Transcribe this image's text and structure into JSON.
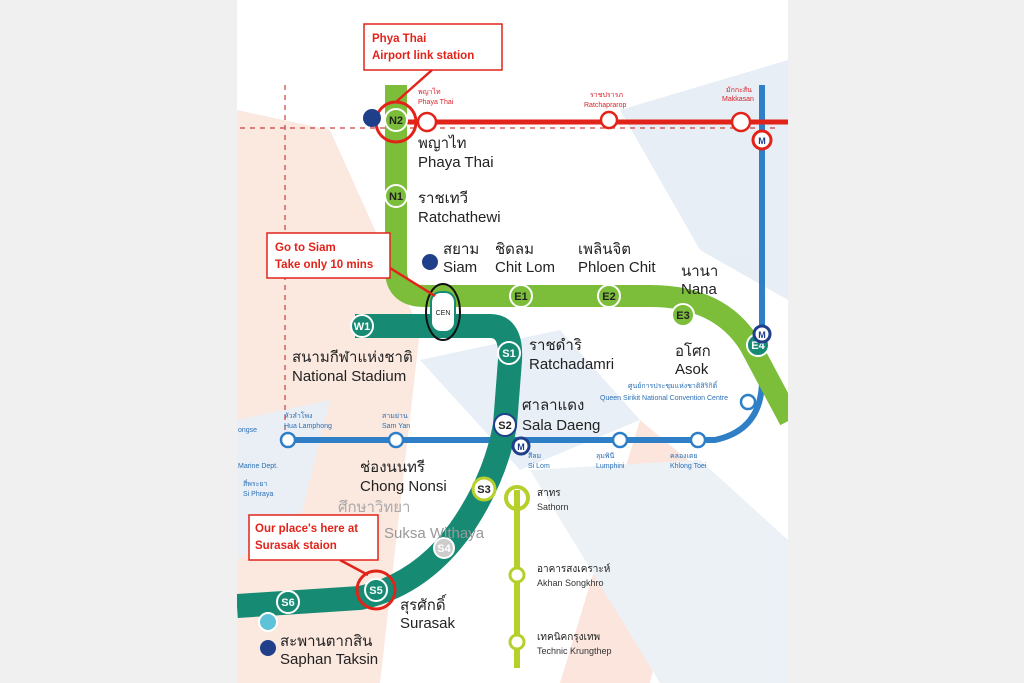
{
  "callouts": {
    "phya_thai": [
      "Phya Thai",
      "Airport link station"
    ],
    "siam": [
      "Go to Siam",
      "Take only 10 mins"
    ],
    "surasak": [
      "Our place's here at",
      "Surasak staion"
    ]
  },
  "green_line": [
    {
      "code": "N2",
      "thai": "พญาไท",
      "en": "Phaya Thai"
    },
    {
      "code": "N1",
      "thai": "ราชเทวี",
      "en": "Ratchathewi"
    },
    {
      "code": "CEN",
      "thai": "สยาม",
      "en": "Siam"
    },
    {
      "code": "E1",
      "thai": "ชิดลม",
      "en": "Chit Lom"
    },
    {
      "code": "E2",
      "thai": "เพลินจิต",
      "en": "Phloen Chit"
    },
    {
      "code": "E3",
      "thai": "นานา",
      "en": "Nana"
    },
    {
      "code": "E4",
      "thai": "อโศก",
      "en": "Asok"
    }
  ],
  "silom_line": [
    {
      "code": "W1",
      "thai": "สนามกีฬาแห่งชาติ",
      "en": "National Stadium"
    },
    {
      "code": "S1",
      "thai": "ราชดำริ",
      "en": "Ratchadamri"
    },
    {
      "code": "S2",
      "thai": "ศาลาแดง",
      "en": "Sala Daeng"
    },
    {
      "code": "S3",
      "thai": "ช่องนนทรี",
      "en": "Chong Nonsi"
    },
    {
      "code": "S4",
      "thai": "ศึกษาวิทยา",
      "en": "Suksa Withaya"
    },
    {
      "code": "S5",
      "thai": "สุรศักดิ์",
      "en": "Surasak"
    },
    {
      "code": "S6",
      "thai": "สะพานตากสิน",
      "en": "Saphan Taksin"
    }
  ],
  "airport_link": [
    {
      "thai": "พญาไท",
      "en": "Phaya Thai"
    },
    {
      "thai": "ราชปรารภ",
      "en": "Ratchaprarop"
    },
    {
      "thai": "มักกะสัน",
      "en": "Makkasan"
    }
  ],
  "mrt_line": [
    {
      "thai": "หัวลำโพง",
      "en": "Hua Lamphong"
    },
    {
      "thai": "สามย่าน",
      "en": "Sam Yan"
    },
    {
      "thai": "สีลม",
      "en": "Si Lom"
    },
    {
      "thai": "ลุมพินี",
      "en": "Lumphini"
    },
    {
      "thai": "คลองเตย",
      "en": "Khlong Toei"
    },
    {
      "thai": "ศูนย์การประชุมแห่งชาติสิริกิติ์",
      "en": "Queen Sirikit National Convention Centre"
    }
  ],
  "gold_line": [
    {
      "thai": "สาทร",
      "en": "Sathorn"
    },
    {
      "thai": "อาคารสงเคราะห์",
      "en": "Akhan Songkhro"
    },
    {
      "thai": "เทคนิคกรุงเทพ",
      "en": "Technic Krungthep"
    }
  ],
  "edge_labels": [
    "ongse",
    "Marine Dept.",
    "สี่พระยา",
    "Si Phraya"
  ],
  "mrt_badge": "M",
  "colors": {
    "green": "#7cbd3a",
    "teal": "#168a73",
    "red": "#e2231a",
    "blue": "#2f7fc7",
    "gold": "#b6cf2a"
  }
}
